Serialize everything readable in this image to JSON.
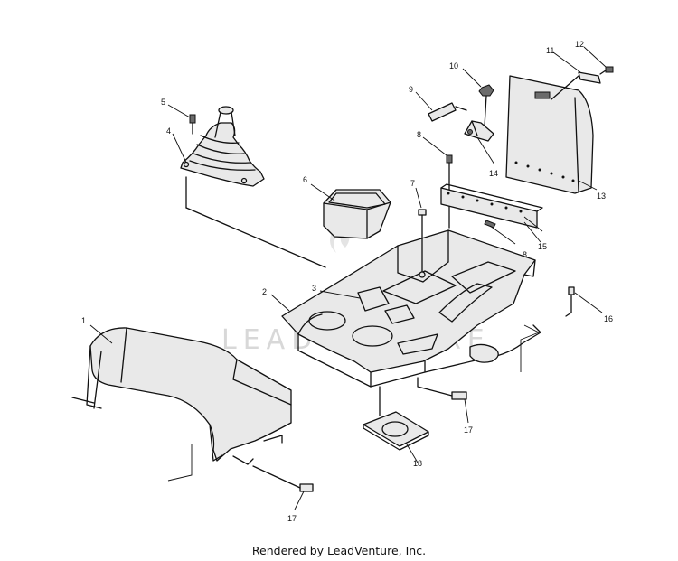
{
  "watermark": {
    "text": "LEADVENTURE"
  },
  "callouts": {
    "c1": "1",
    "c2": "2",
    "c3": "3",
    "c4": "4",
    "c5": "5",
    "c6": "6",
    "c7": "7",
    "c8a": "8",
    "c8b": "8",
    "c9": "9",
    "c10": "10",
    "c11": "11",
    "c12": "12",
    "c13": "13",
    "c14": "14",
    "c15": "15",
    "c16": "16",
    "c17a": "17",
    "c17b": "17",
    "c18": "18"
  },
  "footer": {
    "text": "Rendered by LeadVenture, Inc."
  }
}
